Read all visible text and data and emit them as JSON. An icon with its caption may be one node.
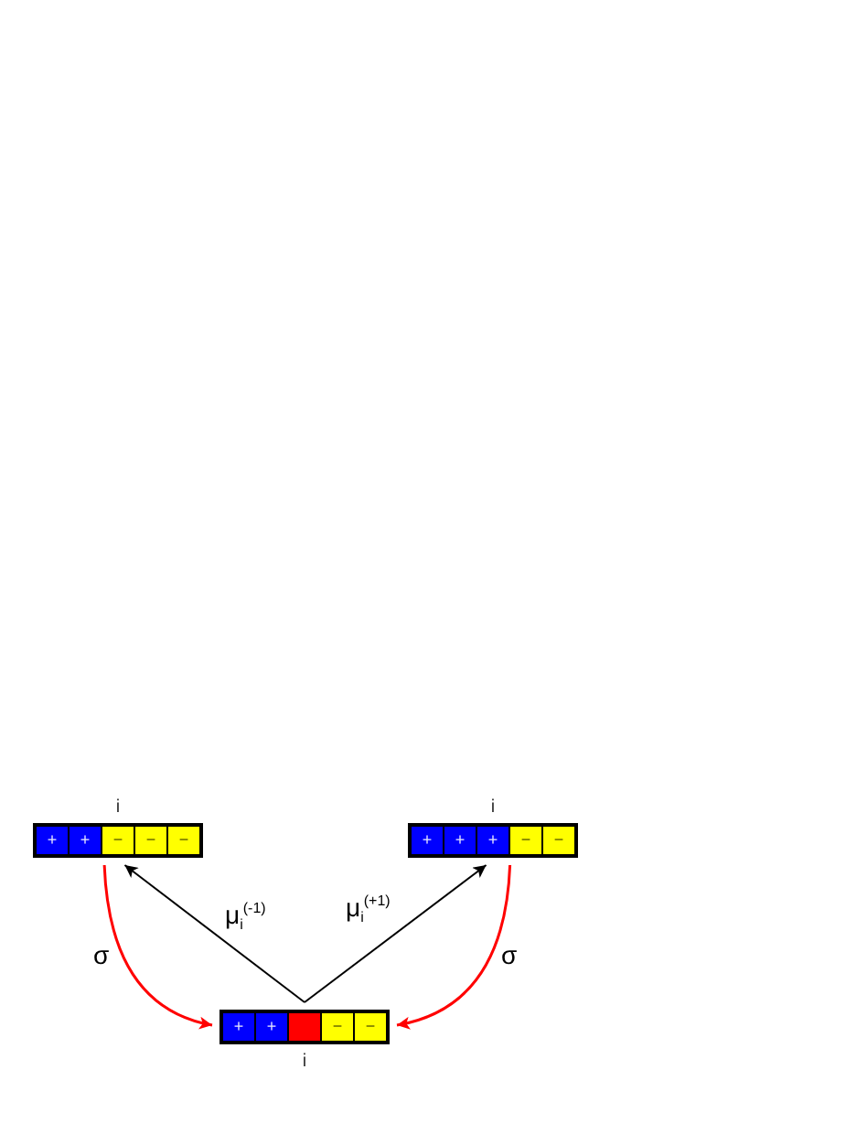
{
  "diagram": {
    "nodes": [
      {
        "text": [
          "i"
        ]
      },
      {
        "text": [
          "+"
        ],
        "in": 0
      },
      {
        "text": [
          "+"
        ],
        "in": 0
      },
      {
        "text": [
          "−"
        ],
        "in": 0
      },
      {
        "text": [
          "−"
        ],
        "in": 0
      },
      {
        "text": [
          "−"
        ],
        "in": 0
      },
      {
        "text": [
          "i"
        ]
      },
      {
        "text": [
          "+"
        ],
        "in": 6
      },
      {
        "text": [
          "+"
        ],
        "in": 6
      },
      {
        "text": [
          "+"
        ],
        "in": 6
      },
      {
        "text": [
          "−"
        ],
        "in": 6
      },
      {
        "text": [
          "−"
        ],
        "in": 6
      },
      {
        "text": [
          "i"
        ]
      },
      {
        "text": [
          "+"
        ],
        "in": 12
      },
      {
        "text": [
          "+"
        ],
        "in": 12
      },
      {
        "text": [],
        "shape": "box",
        "in": 12
      },
      {
        "text": [
          "−"
        ],
        "in": 12
      },
      {
        "text": [
          "−"
        ],
        "in": 12
      }
    ],
    "edges": [
      {
        "from": 12,
        "to": 0,
        "arrow": "to",
        "label": "μ$_{i}$$^{(-1)}$"
      },
      {
        "from": 12,
        "to": 6,
        "arrow": "to",
        "label": "μ$_{i}$$^{(+1)}$"
      },
      {
        "from": 0,
        "to": 12,
        "arrow": "to",
        "label": "σ",
        "color": "#ff0000"
      },
      {
        "from": 6,
        "to": 12,
        "arrow": "to",
        "label": "σ",
        "color": "#ff0000"
      }
    ]
  }
}
